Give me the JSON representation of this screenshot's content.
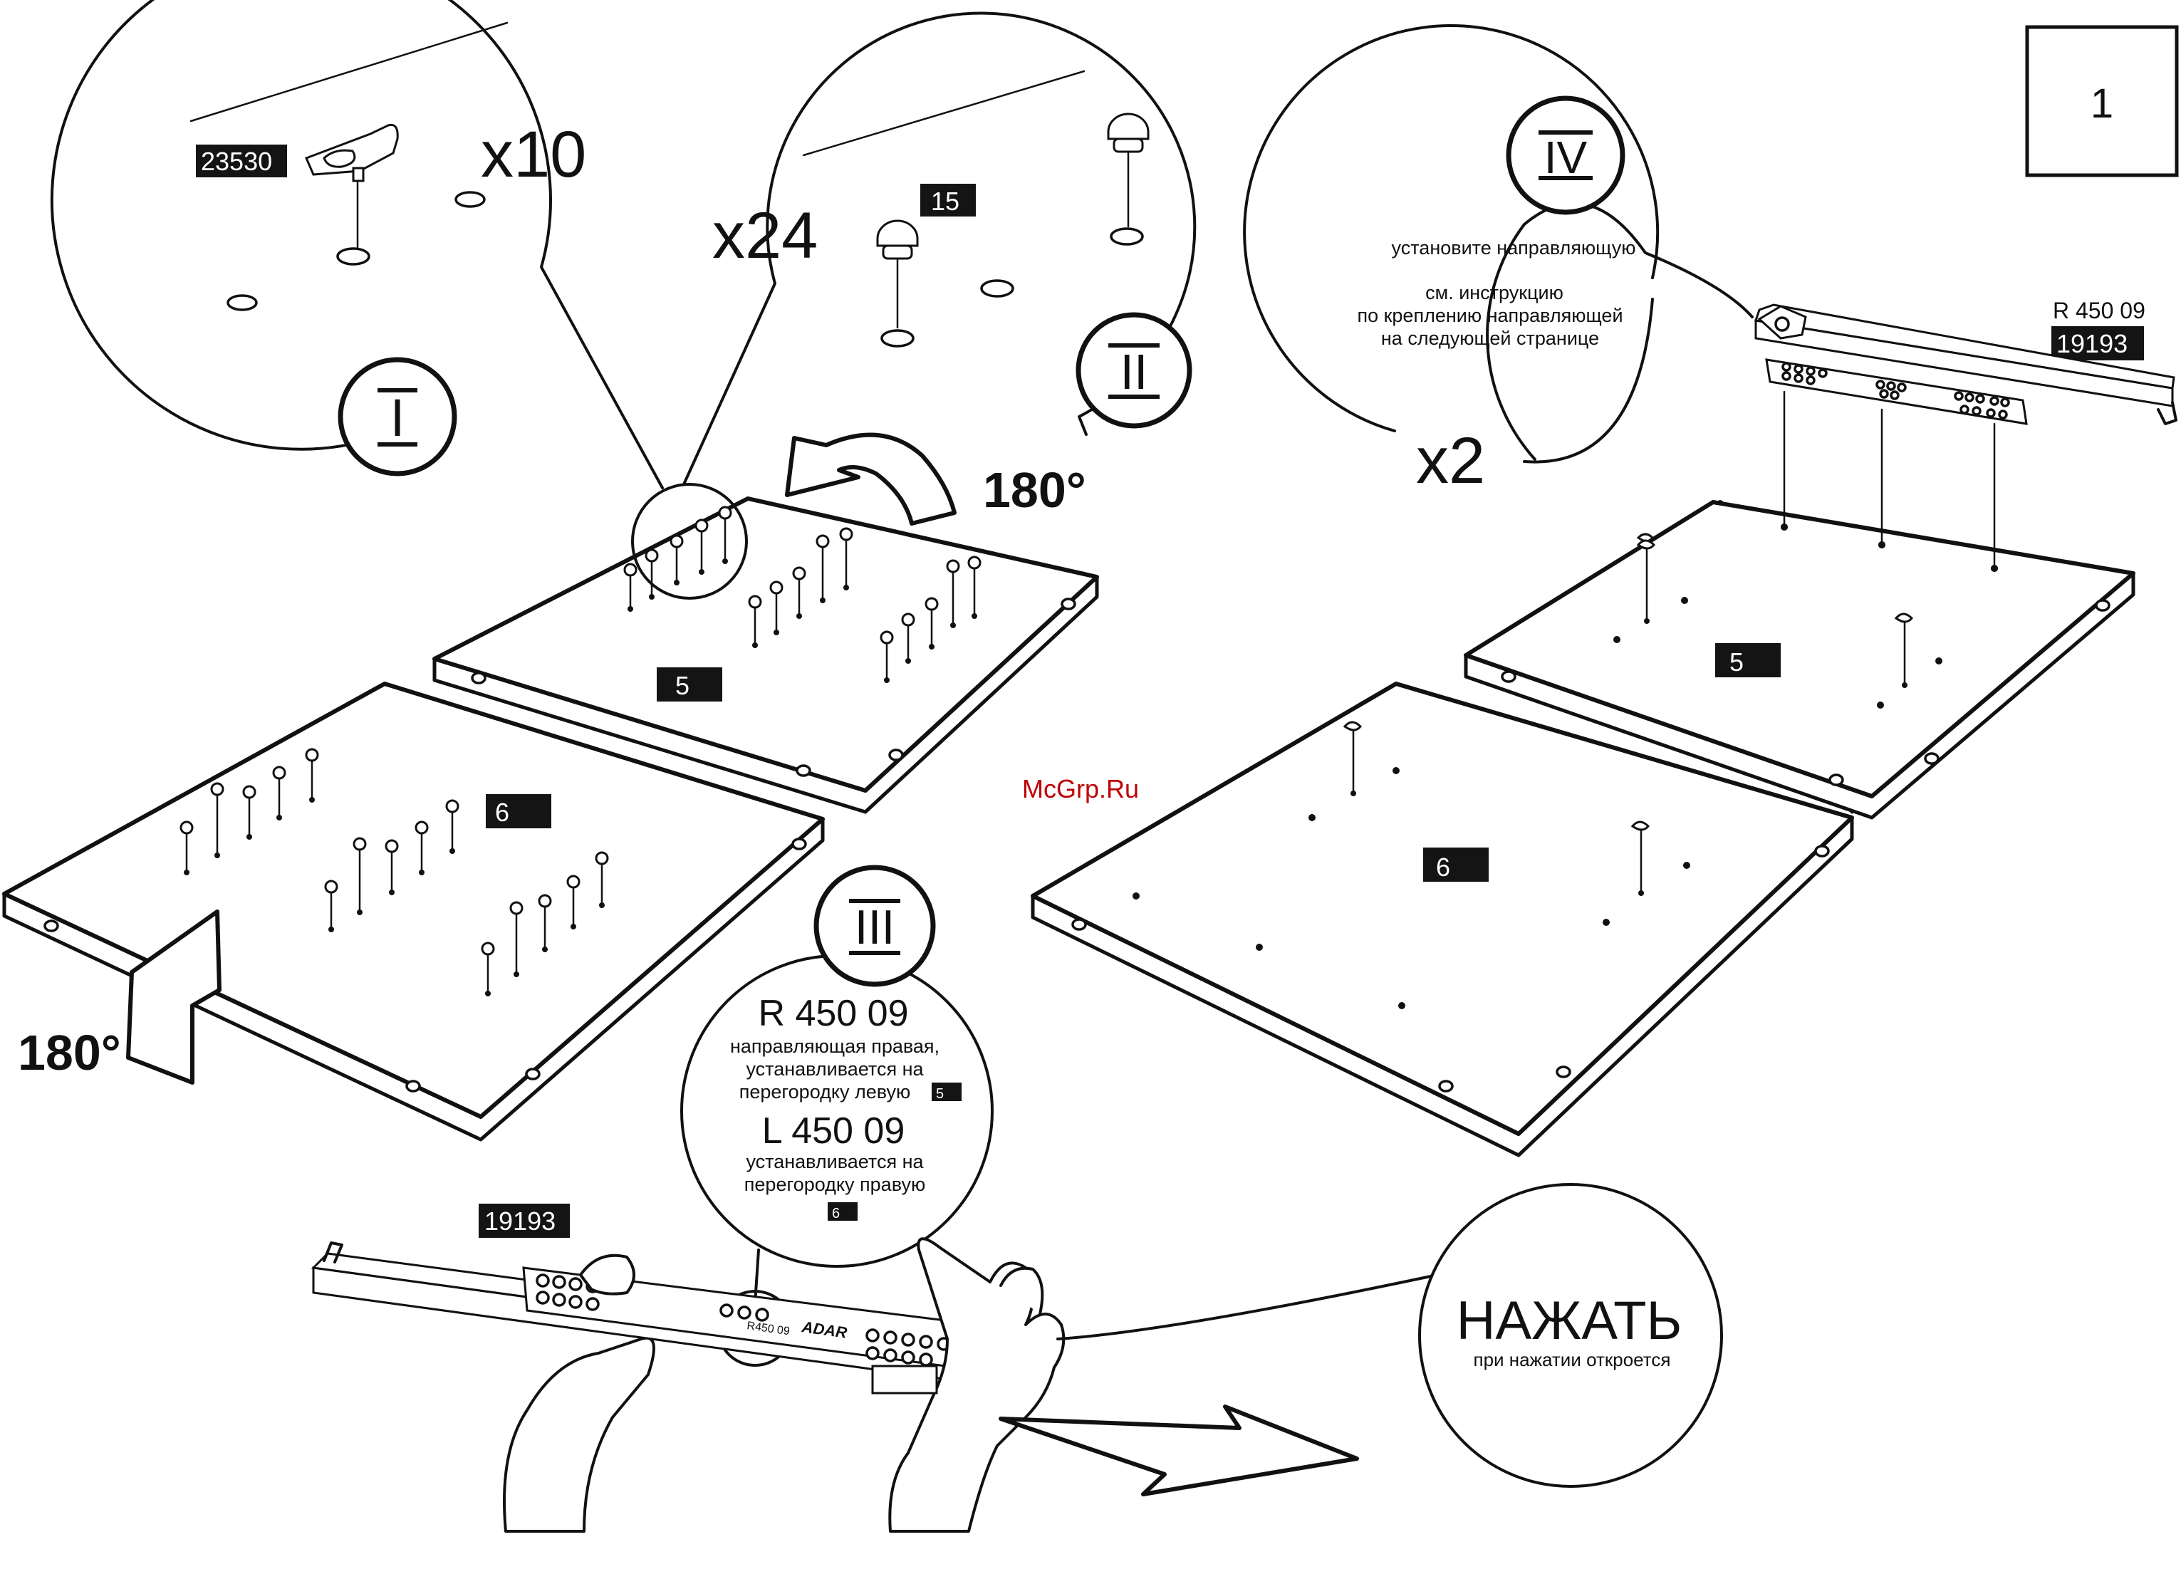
{
  "page_number": "1",
  "watermark": "McGrp.Ru",
  "step1": {
    "roman": "I",
    "part_code": "23530",
    "quantity": "x10"
  },
  "step2": {
    "roman": "II",
    "part_code": "15",
    "quantity": "x24"
  },
  "rotation_top": "180°",
  "rotation_left": "180°",
  "panel_labels": {
    "left_top": "5",
    "left_bottom": "6",
    "right_top": "5",
    "right_bottom": "6"
  },
  "step3": {
    "roman": "III",
    "right_code": "R 450 09",
    "right_desc_1": "направляющая правая,",
    "right_desc_2": "устанавливается на",
    "right_desc_3": "перегородку левую",
    "right_badge": "5",
    "left_code": "L 450 09",
    "left_desc_1": "устанавливается на",
    "left_desc_2": "перегородку правую",
    "left_badge": "6"
  },
  "step4": {
    "roman": "IV",
    "line1": "установите направляющую",
    "line2": "см. инструкцию",
    "line3": "по креплению направляющей",
    "line4": "на следующей странице",
    "quantity": "x2"
  },
  "rail_top": {
    "code": "R 450 09",
    "part": "19193"
  },
  "rail_bottom": {
    "part": "19193",
    "brand": "ADAR",
    "stamp": "R450 09"
  },
  "press": {
    "title": "НАЖАТЬ",
    "subtitle": "при нажатии откроется"
  }
}
